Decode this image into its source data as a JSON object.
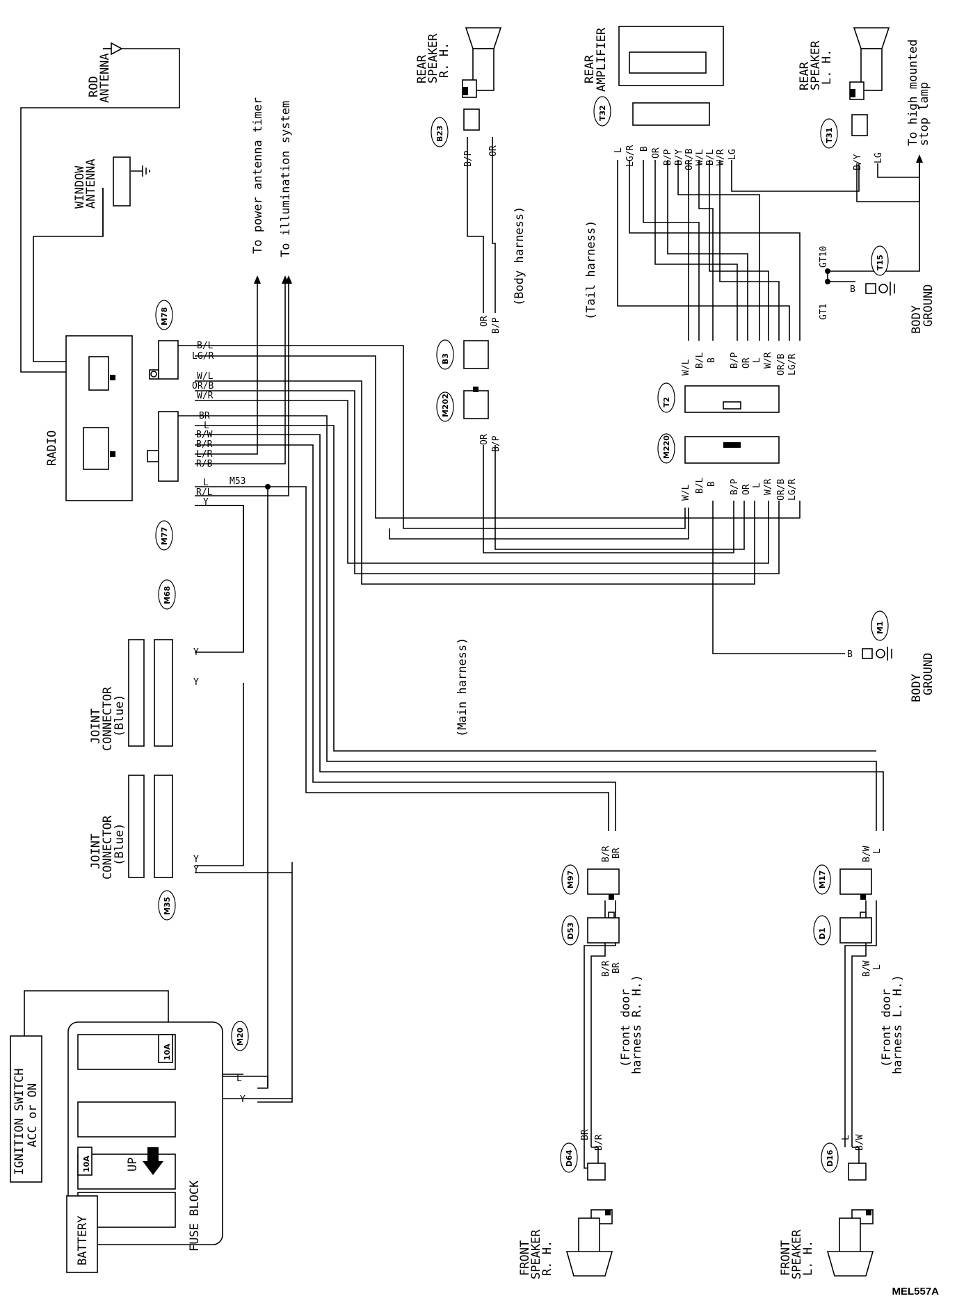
{
  "components": {
    "radio": "RADIO",
    "rod_antenna": [
      "ROD",
      "ANTENNA"
    ],
    "window_antenna": [
      "WINDOW",
      "ANTENNA"
    ],
    "rear_speaker_rh": [
      "REAR",
      "SPEAKER",
      "R. H."
    ],
    "rear_amplifier": [
      "REAR",
      "AMPLIFIER"
    ],
    "rear_speaker_lh": [
      "REAR",
      "SPEAKER",
      "L. H."
    ],
    "joint_connector_1": [
      "JOINT",
      "CONNECTOR",
      "(Blue)"
    ],
    "joint_connector_2": [
      "JOINT",
      "CONNECTOR",
      "(Blue)"
    ],
    "ignition_switch": [
      "IGNITION SWITCH",
      "ACC or ON"
    ],
    "battery": "BATTERY",
    "fuse_block": "FUSE BLOCK",
    "up_label": "UP",
    "front_speaker_rh": [
      "FRONT",
      "SPEAKER",
      "R. H."
    ],
    "front_speaker_lh": [
      "FRONT",
      "SPEAKER",
      "L. H."
    ],
    "body_ground_1": [
      "BODY",
      "GROUND"
    ],
    "body_ground_2": [
      "BODY",
      "GROUND"
    ]
  },
  "notes": {
    "power_antenna_timer": "To power antenna timer",
    "illumination_system": "To illumination system",
    "high_mounted_stop_lamp": [
      "To high mounted",
      "stop lamp"
    ],
    "body_harness": "(Body harness)",
    "tail_harness": "(Tail harness)",
    "main_harness": "(Main harness)",
    "front_door_harness_rh": [
      "(Front door",
      "harness R. H.)"
    ],
    "front_door_harness_lh": [
      "(Front door",
      "harness L. H.)"
    ]
  },
  "connectors": {
    "m78": "M78",
    "m77": "M77",
    "m68": "M68",
    "m35": "M35",
    "m20": "M20",
    "m202": "M202",
    "b3": "B3",
    "b23": "B23",
    "t2": "T2",
    "m220": "M220",
    "t32": "T32",
    "t31": "T31",
    "t15": "T15",
    "m1": "M1",
    "m97": "M97",
    "d53": "D53",
    "m17": "M17",
    "d1": "D1",
    "d64": "D64",
    "d16": "D16",
    "m53": "M53",
    "gt10": "GT10",
    "gt1": "GT1"
  },
  "fuses": {
    "acc_fuse": "10A",
    "batt_fuse": "10A"
  },
  "wire_colors": {
    "m78": [
      "B/L",
      "LG/R",
      "W/L",
      "OR/B",
      "W/R"
    ],
    "m77": [
      "BR",
      "L",
      "B/W",
      "B/R",
      "L/R",
      "R/B",
      "L",
      "R/L",
      "Y"
    ],
    "m68": [
      "Y",
      "Y"
    ],
    "m35": [
      "Y",
      "Y"
    ],
    "m20": [
      "L",
      "Y"
    ],
    "body_upper": [
      "OR",
      "B/P"
    ],
    "body_lower": [
      "OR",
      "B/P"
    ],
    "b23": [
      "B/P",
      "OR"
    ],
    "t32": [
      "L",
      "LG/R",
      "B",
      "OR",
      "B/P",
      "B/Y",
      "OR/B",
      "W/L",
      "B/L",
      "W/R",
      "LG"
    ],
    "t31": [
      "B/Y",
      "LG"
    ],
    "t2": [
      "W/L",
      "B/L",
      "B",
      "B/P",
      "OR",
      "L",
      "W/R",
      "OR/B",
      "LG/R"
    ],
    "m220": [
      "W/L",
      "B/L",
      "B",
      "B/P",
      "OR",
      "L",
      "W/R",
      "OR/B",
      "LG/R"
    ],
    "m97": [
      "B/R",
      "BR"
    ],
    "d53": [
      "B/R",
      "BR"
    ],
    "m17": [
      "B/W",
      "L"
    ],
    "d1": [
      "B/W",
      "L"
    ],
    "d64": [
      "BR",
      "B/R"
    ],
    "d16": [
      "L",
      "B/W"
    ],
    "ground": [
      "B",
      "B"
    ]
  },
  "diagram_code": "MEL557A"
}
